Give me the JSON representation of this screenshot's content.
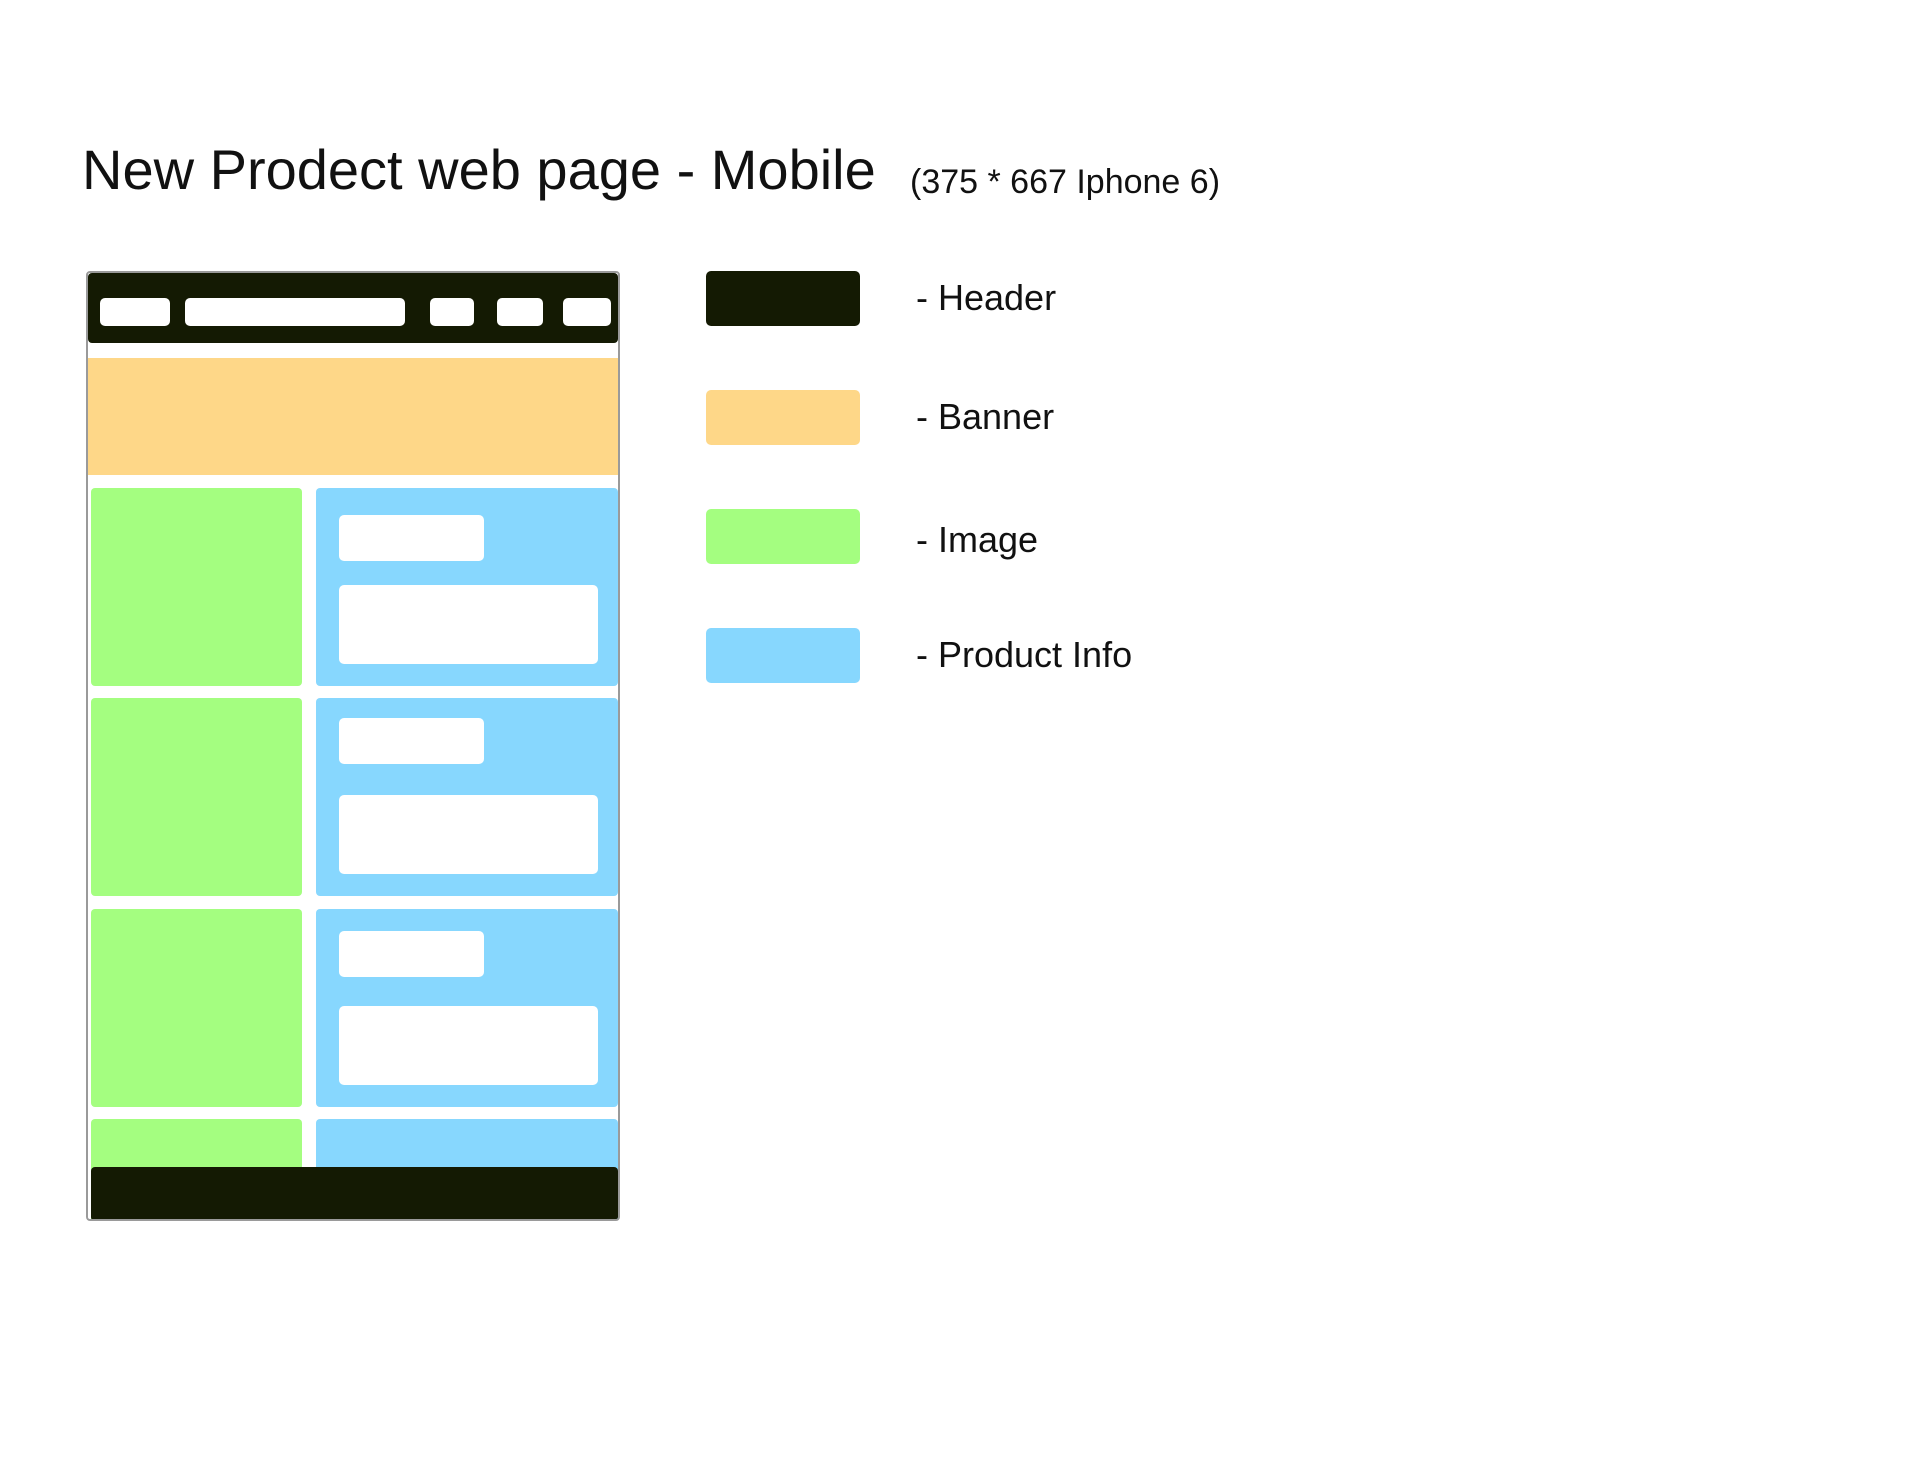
{
  "title": "New Prodect web page - Mobile",
  "subtitle": "(375  * 667  Iphone 6)",
  "colors": {
    "header": "#141a03",
    "banner": "#fed788",
    "image": "#a4fe80",
    "product_info": "#87d7fe",
    "block": "#ffffff"
  },
  "legend": [
    {
      "label": "- Header"
    },
    {
      "label": "- Banner"
    },
    {
      "label": "- Image"
    },
    {
      "label": "- Product Info"
    }
  ]
}
